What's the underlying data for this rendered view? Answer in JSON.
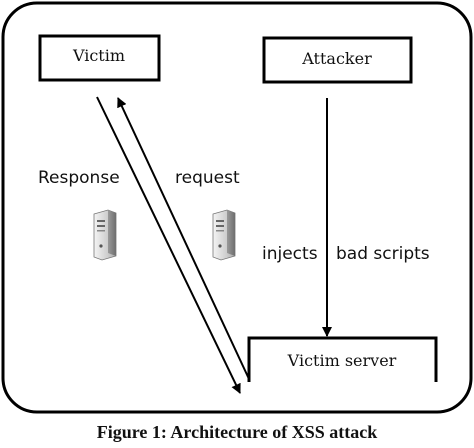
{
  "nodes": {
    "victim": {
      "label": "Victim"
    },
    "attacker": {
      "label": "Attacker"
    },
    "victim_server": {
      "label": "Victim server"
    }
  },
  "edges": {
    "response": {
      "label": "Response"
    },
    "request": {
      "label": "request"
    },
    "injects": {
      "label": "injects"
    },
    "bad_scripts": {
      "label": "bad scripts"
    }
  },
  "caption": {
    "text": "Figure 1: Architecture of XSS attack"
  },
  "icons": [
    "server-icon",
    "server-icon"
  ]
}
